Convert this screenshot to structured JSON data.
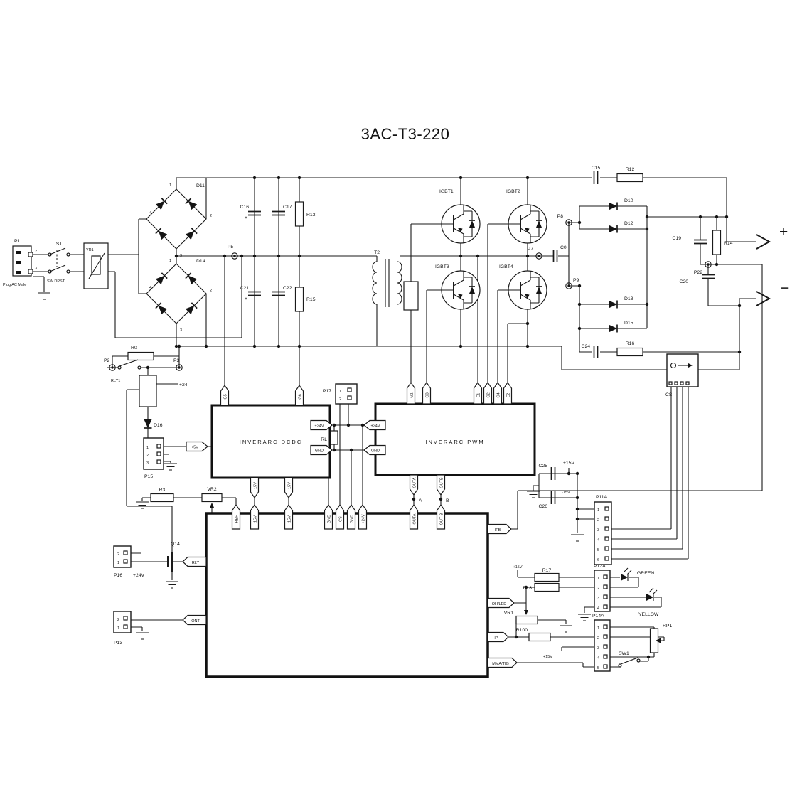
{
  "title": "3AC-T3-220",
  "input": {
    "p1": "P1",
    "pin2": "2",
    "pin3": "3",
    "plug": "Plug AC Male",
    "s1": "S1",
    "sw": "SW DPST",
    "yr1": "YR1"
  },
  "bridges": {
    "d11": "D11",
    "d14": "D14",
    "b1": "1",
    "b2": "2",
    "b3": "3",
    "b4": "4"
  },
  "dclink": {
    "c16": "C16",
    "c17": "C17",
    "r13": "R13",
    "c21": "C21",
    "c22": "C22",
    "r15": "R15",
    "plus": "+",
    "p5": "P5"
  },
  "inverter": {
    "t2": "T2",
    "igbt1": "IGBT1",
    "igbt2": "IGBT2",
    "igbt3": "IGBT3",
    "igbt4": "IGBT4",
    "p7": "P7",
    "p8": "P8",
    "p9": "P9",
    "c0": "C0"
  },
  "output": {
    "c15": "C15",
    "r12": "R12",
    "d10": "D10",
    "d12": "D12",
    "d13": "D13",
    "d15": "D15",
    "c24": "C24",
    "r16": "R16",
    "c19": "C19",
    "c20": "C20",
    "r14": "R14",
    "p22": "P22",
    "cs": "CS",
    "plus": "+",
    "minus": "−"
  },
  "relay": {
    "r0": "R0",
    "p2": "P2",
    "p3": "P3",
    "rly1": "RLY1",
    "d16": "D16",
    "v24": "+24",
    "p15": "P15",
    "n1": "1",
    "n2": "2",
    "n3": "3",
    "v5": "+5V"
  },
  "dcdc": {
    "name": "INVERARC DCDC",
    "g5": "G5",
    "g6": "G6",
    "v24": "+24V",
    "gnd": "GND",
    "v15a": "15V",
    "v15b": "15V"
  },
  "p17": {
    "name": "P17",
    "n1": "1",
    "n2": "2",
    "rl": "RL"
  },
  "pwm": {
    "name": "INVERARC PWM",
    "g1": "G1",
    "g3": "G3",
    "e1": "E1",
    "g2": "G2",
    "g4": "G4",
    "e2": "E2",
    "v24": "+24V",
    "gnd": "GND",
    "outa": "OUTA",
    "outb": "OUTB",
    "a": "A",
    "b": "B"
  },
  "psu": {
    "c25": "C25",
    "c26": "C26",
    "p15v": "+15V",
    "m15v": "-15V"
  },
  "p11a": {
    "name": "P11A",
    "p1": "1",
    "p2": "2",
    "p3": "3",
    "p4": "4",
    "p5": "5",
    "p6": "6"
  },
  "control": {
    "ref": "REF",
    "v15a": "15V",
    "v15b": "15V",
    "gnd1": "GND",
    "cs": "CS",
    "gnd2": "GND",
    "v24": "+24V",
    "outa": "OUTA",
    "outb": "OUT B",
    "rly": "RLY",
    "ont": "ONT",
    "ifb": "IFB",
    "ohled": "OH/LED",
    "ip": "IP",
    "mmatig": "MMA/TIG"
  },
  "driver": {
    "r3": "R3",
    "vr2": "VR2",
    "q14": "Q14",
    "p16": "P16",
    "p16n1": "1",
    "p16n2": "2",
    "v24": "+24V",
    "p13": "P13",
    "p13n1": "1",
    "p13n2": "2"
  },
  "panel": {
    "r17": "R17",
    "r18": "R18",
    "v15": "+15V",
    "p12a": "P12A",
    "n1": "1",
    "n2": "2",
    "n3": "3",
    "n4": "4",
    "green": "GREEN",
    "yellow": "YELLOW",
    "vr1": "VR1",
    "p14a": "P14A",
    "m1": "1",
    "m2": "2",
    "m3": "3",
    "m4": "4",
    "m5": "5",
    "r100": "R100",
    "v15b": "+15V",
    "rp1": "RP1",
    "sw1": "SW1"
  }
}
